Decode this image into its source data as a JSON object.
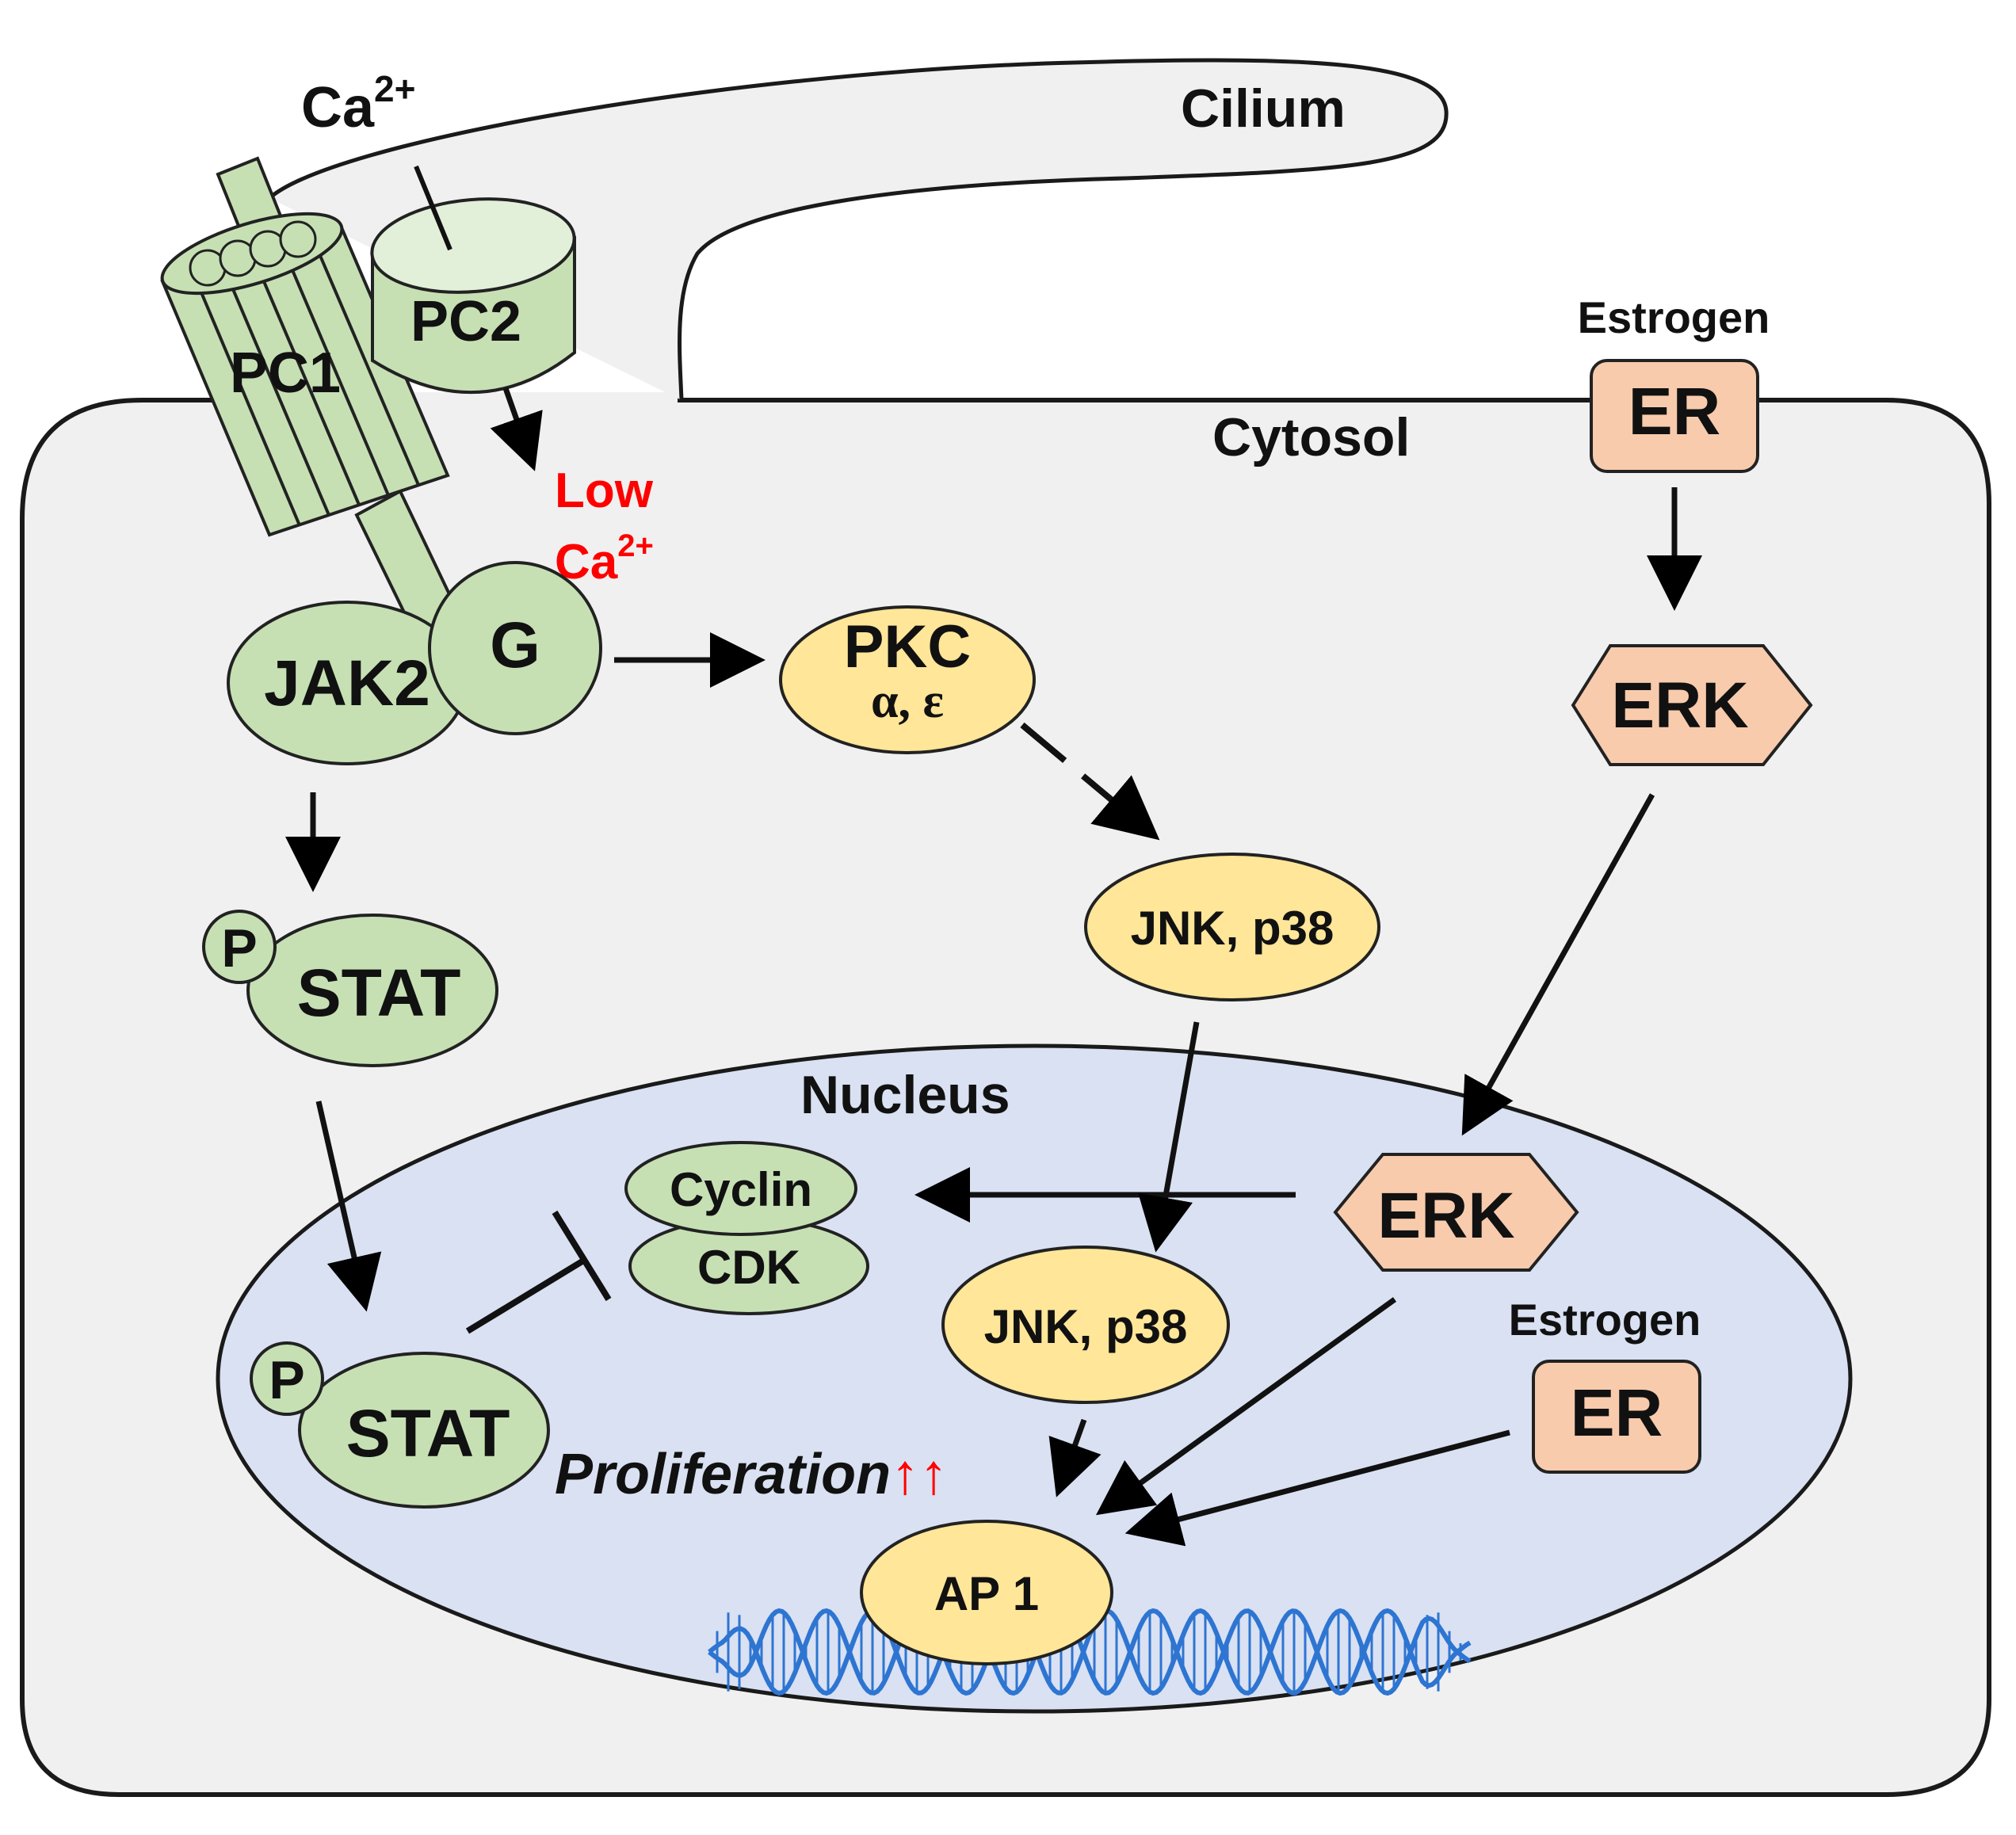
{
  "labels": {
    "calcium_outside": "Ca",
    "calcium_outside_sup": "2+",
    "cilium": "Cilium",
    "cytosol": "Cytosol",
    "nucleus": "Nucleus",
    "pc1": "PC1",
    "pc2": "PC2",
    "low_ca_line1": "Low",
    "low_ca_line2": "Ca",
    "low_ca_sup": "2+",
    "g_protein": "G",
    "jak2": "JAK2",
    "pkc": "PKC",
    "pkc_isoforms": "α, ε",
    "jnk_cytosol": "JNK, p38",
    "jnk_nucleus": "JNK, p38",
    "p_cytosol": "P",
    "stat_cytosol": "STAT",
    "p_nucleus": "P",
    "stat_nucleus": "STAT",
    "cyclin": "Cyclin",
    "cdk": "CDK",
    "erk_cytosol": "ERK",
    "erk_nucleus": "ERK",
    "estrogen_membrane": "Estrogen",
    "er_membrane": "ER",
    "estrogen_nucleus": "Estrogen",
    "er_nucleus": "ER",
    "ap1": "AP 1",
    "proliferation": "Proliferation",
    "proliferation_arrows": "↑↑"
  },
  "colors": {
    "green_fill": "#c6e0b4",
    "yellow_fill": "#ffe699",
    "salmon_fill": "#f8cbad",
    "cell_fill": "#f0f0f0",
    "nucleus_fill": "#d9e1f2",
    "dna": "#2e75d2",
    "red_text": "#ff0000"
  }
}
